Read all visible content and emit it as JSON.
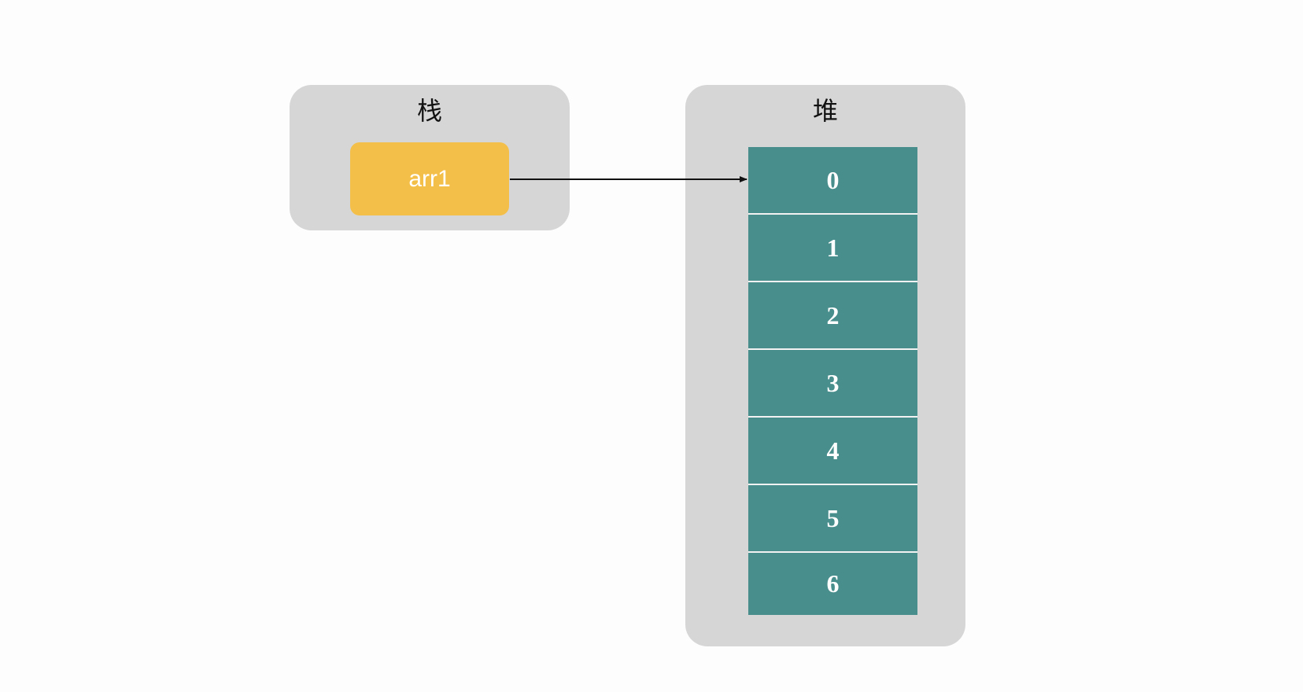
{
  "stack": {
    "title": "栈",
    "variable": "arr1"
  },
  "heap": {
    "title": "堆",
    "cells": [
      "0",
      "1",
      "2",
      "3",
      "4",
      "5",
      "6"
    ]
  },
  "colors": {
    "panel": "#d6d6d6",
    "variable": "#f4bf48",
    "array": "#478e8c",
    "arrow": "#111111"
  }
}
